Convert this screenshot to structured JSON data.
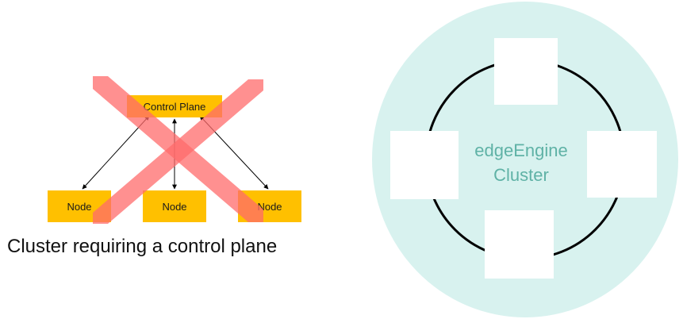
{
  "left_diagram": {
    "control_plane_label": "Control Plane",
    "nodes": [
      {
        "label": "Node"
      },
      {
        "label": "Node"
      },
      {
        "label": "Node"
      }
    ],
    "caption": "Cluster requiring a control plane",
    "crossed_out": true
  },
  "right_diagram": {
    "cluster_label_line1": "edgeEngine",
    "cluster_label_line2": "Cluster",
    "member_boxes": 4
  },
  "colors": {
    "box_fill": "#ffc000",
    "cross": "#ff7f7f",
    "cluster_bg": "#d8f2ef",
    "cluster_text": "#5fb2a6",
    "ring": "#000000"
  }
}
